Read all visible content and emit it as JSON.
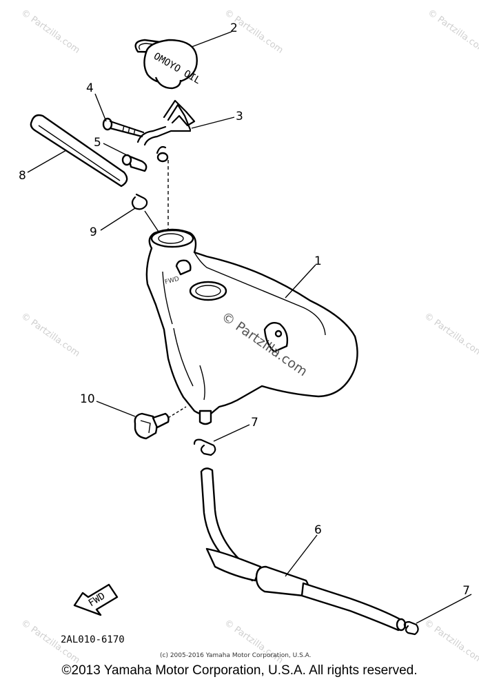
{
  "watermark": "© Partzilla.com",
  "cap_text": "OMOYO OIL",
  "fwd_label": "FWD",
  "diagram_code": "2AL010-6170",
  "small_copyright": "(c) 2005-2016 Yamaha Motor Corporation, U.S.A.",
  "footer": "©2013 Yamaha Motor Corporation, U.S.A. All rights reserved.",
  "callouts": [
    {
      "id": "1",
      "label": "1"
    },
    {
      "id": "2",
      "label": "2"
    },
    {
      "id": "3",
      "label": "3"
    },
    {
      "id": "4",
      "label": "4"
    },
    {
      "id": "5",
      "label": "5"
    },
    {
      "id": "6",
      "label": "6"
    },
    {
      "id": "7a",
      "label": "7"
    },
    {
      "id": "7b",
      "label": "7"
    },
    {
      "id": "8",
      "label": "8"
    },
    {
      "id": "9",
      "label": "9"
    },
    {
      "id": "10",
      "label": "10"
    }
  ]
}
